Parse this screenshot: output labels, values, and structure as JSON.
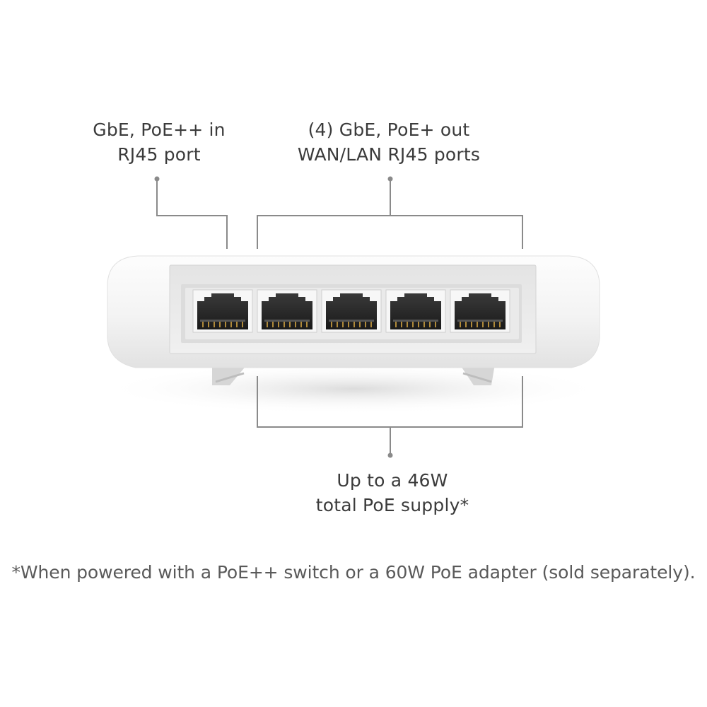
{
  "callouts": {
    "poe_in": {
      "line1": "GbE, PoE++ in",
      "line2": "RJ45 port"
    },
    "poe_out": {
      "line1": "(4) GbE, PoE+ out",
      "line2": "WAN/LAN RJ45 ports"
    },
    "poe_supply": {
      "line1": "Up to a 46W",
      "line2": "total PoE supply*"
    }
  },
  "footnote": "*When powered with a PoE++ switch or a 60W PoE adapter (sold separately).",
  "device": {
    "name": "network-switch",
    "port_count": 5,
    "body_color": "#f4f4f4",
    "panel_color": "#e9e9e9",
    "port_color": "#2a2a2a"
  },
  "colors": {
    "leader_line": "#8a8a8a",
    "text": "#3b3b3b"
  }
}
